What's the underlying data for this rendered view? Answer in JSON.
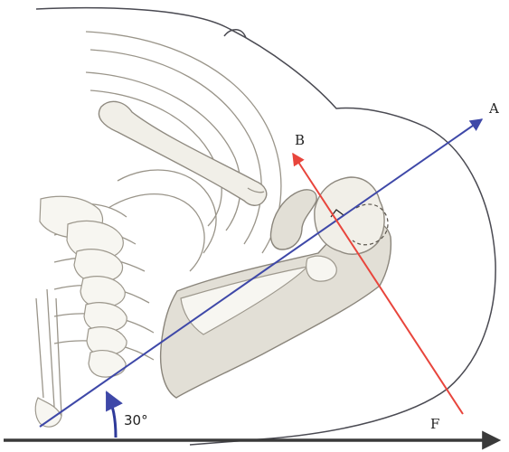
{
  "labels": {
    "a": "A",
    "b": "B",
    "f": "F",
    "angle": "30°"
  },
  "colors": {
    "axis_blue": "#3e48a8",
    "force_red": "#e8453c",
    "baseline": "#3a3a3a",
    "outline": "#4a4a52",
    "bone_fill": "#f1efe8",
    "bone_stroke": "#8f8a80"
  },
  "angle_degrees": 30
}
